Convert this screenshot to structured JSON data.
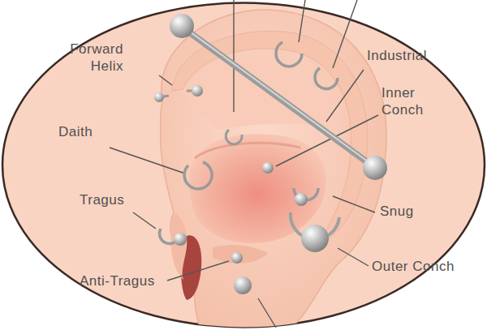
{
  "diagram": {
    "labels": [
      "Forward Helix",
      "Daith",
      "Tragus",
      "Anti-Tragus",
      "Industrial",
      "Inner Conch",
      "Snug",
      "Outer Conch"
    ]
  }
}
